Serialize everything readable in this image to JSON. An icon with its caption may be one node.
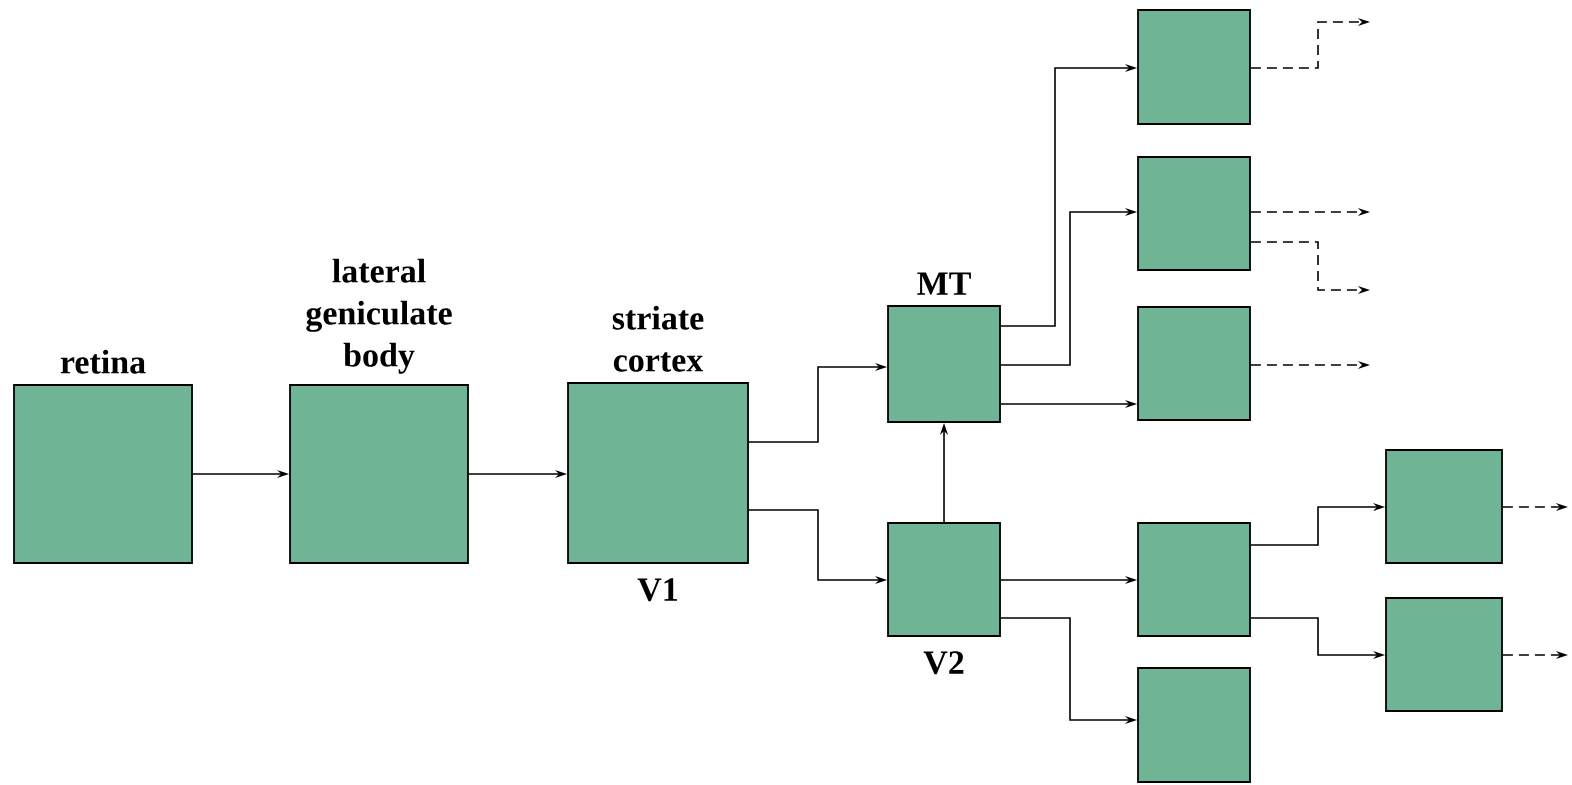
{
  "diagram": {
    "nodes": [
      {
        "text": [
          "retina"
        ]
      },
      {
        "text": [
          "lateral geniculate body"
        ]
      },
      {
        "text": [
          "striate cortex"
        ],
        "beside": [
          "V1"
        ]
      },
      {
        "text": [
          "MT"
        ]
      },
      {
        "text": [
          "V2"
        ]
      },
      {
        "text": [],
        "shape": "box"
      },
      {
        "text": [],
        "shape": "box"
      },
      {
        "text": [],
        "shape": "box"
      },
      {
        "text": [],
        "shape": "box"
      },
      {
        "text": [],
        "shape": "box"
      },
      {
        "text": [],
        "shape": "box"
      },
      {
        "text": [],
        "shape": "box"
      }
    ],
    "edges": [
      {
        "from": 0,
        "to": 1,
        "arrow": "to"
      },
      {
        "from": 1,
        "to": 2,
        "arrow": "to"
      },
      {
        "from": 2,
        "to": 3,
        "arrow": "to"
      },
      {
        "from": 2,
        "to": 4,
        "arrow": "to"
      },
      {
        "from": 4,
        "to": 3,
        "arrow": "to"
      },
      {
        "from": 3,
        "to": 5,
        "arrow": "to"
      },
      {
        "from": 3,
        "to": 6,
        "arrow": "to"
      },
      {
        "from": 3,
        "to": 7,
        "arrow": "to"
      },
      {
        "from": 4,
        "to": 8,
        "arrow": "to"
      },
      {
        "from": 4,
        "to": 9,
        "arrow": "to"
      },
      {
        "from": 8,
        "to": 10,
        "arrow": "to"
      },
      {
        "from": 8,
        "to": 11,
        "arrow": "to"
      },
      {
        "from": 5,
        "to": null,
        "arrow": "to",
        "style": "dashed"
      },
      {
        "from": 6,
        "to": null,
        "arrow": "to",
        "style": "dashed"
      },
      {
        "from": 6,
        "to": null,
        "arrow": "to",
        "style": "dashed"
      },
      {
        "from": 7,
        "to": null,
        "arrow": "to",
        "style": "dashed"
      },
      {
        "from": 10,
        "to": null,
        "arrow": "to",
        "style": "dashed"
      },
      {
        "from": 11,
        "to": null,
        "arrow": "to",
        "style": "dashed"
      }
    ]
  }
}
